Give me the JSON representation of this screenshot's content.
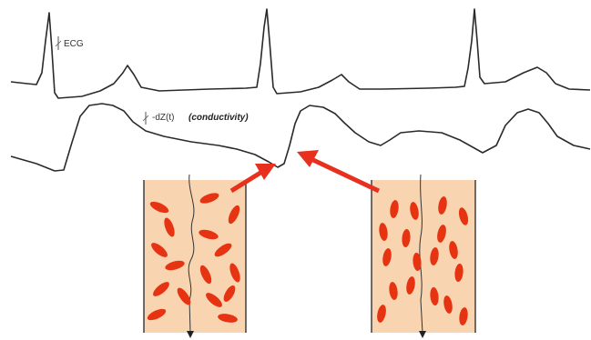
{
  "labels": {
    "ecg": "ECG",
    "dz_prefix": "-dZ(t)",
    "dz_suffix": "(conductivity)"
  },
  "colors": {
    "trace": "#2a2a2a",
    "vessel_fill": "#f9d4b1",
    "vessel_wall": "#333333",
    "rbc": "#e63312",
    "arrow": "#e8301f"
  },
  "panels": [
    {
      "id": "vessel-disordered",
      "cell_orientation": "random"
    },
    {
      "id": "vessel-aligned",
      "cell_orientation": "aligned"
    }
  ]
}
